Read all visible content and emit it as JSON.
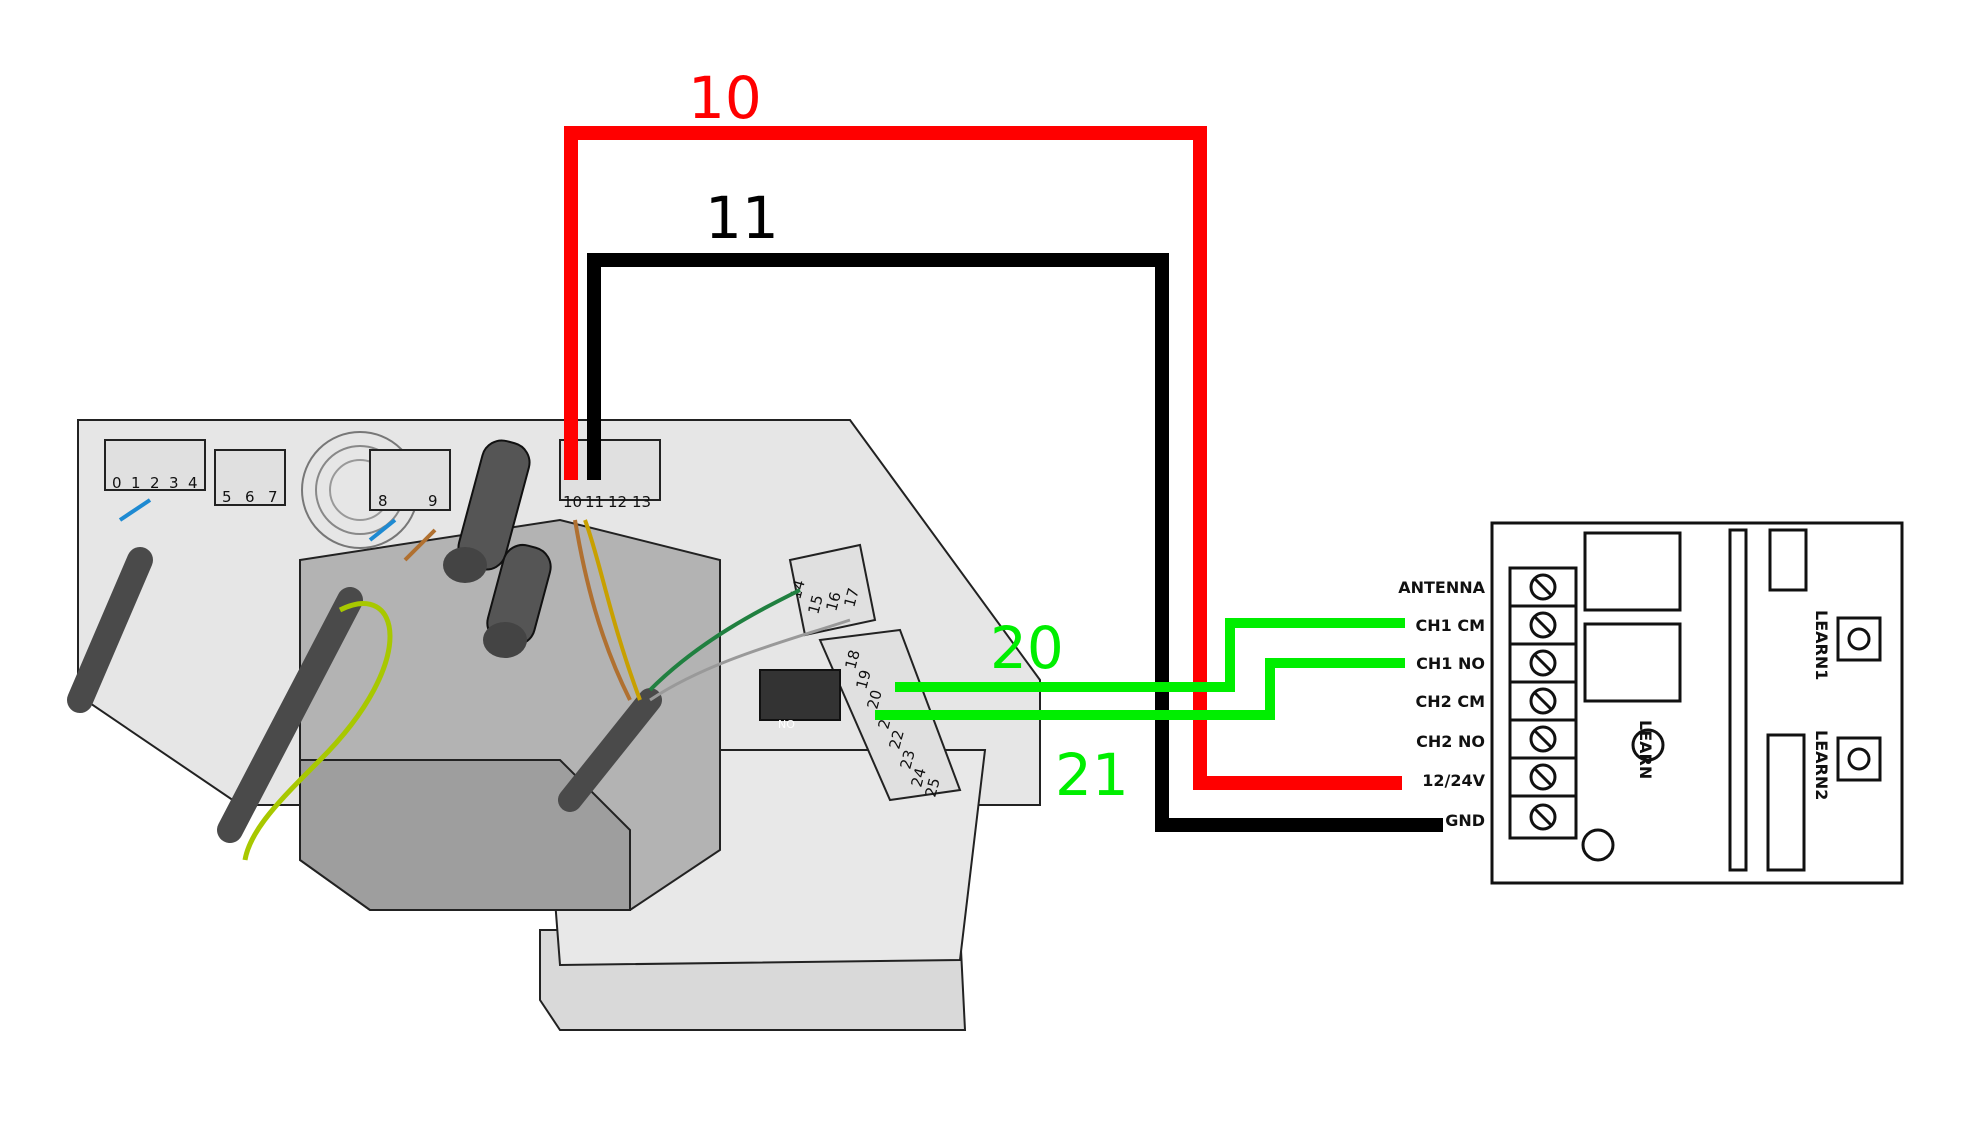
{
  "wires": {
    "red": {
      "label": "10",
      "color": "#ff0000"
    },
    "black": {
      "label": "11",
      "color": "#000000"
    },
    "green_1": {
      "label": "20",
      "color": "#00ee00"
    },
    "green_2": {
      "label": "21",
      "color": "#00ee00"
    }
  },
  "receiver": {
    "terminals": [
      "ANTENNA",
      "CH1 CM",
      "CH1 NO",
      "CH2 CM",
      "CH2 NO",
      "12/24V",
      "GND"
    ],
    "learn_label": "LEARN",
    "learn1_label": "LEARN1",
    "learn2_label": "LEARN2"
  },
  "control_board": {
    "terminal_numbers_a": [
      "0",
      "1",
      "2",
      "3",
      "4"
    ],
    "terminal_numbers_b": [
      "5",
      "6",
      "7"
    ],
    "terminal_numbers_c": [
      "8",
      "9"
    ],
    "terminal_numbers_d": [
      "10",
      "11",
      "12",
      "13"
    ],
    "terminal_numbers_e": [
      "14",
      "15",
      "16",
      "17"
    ],
    "terminal_numbers_f": [
      "18",
      "19",
      "20",
      "21",
      "22",
      "23",
      "24",
      "25"
    ],
    "dip_label": "NO"
  },
  "colors": {
    "pcb": "#e6e6e6",
    "transformer": "#b3b3b3",
    "cable": "#4a4a4a"
  }
}
